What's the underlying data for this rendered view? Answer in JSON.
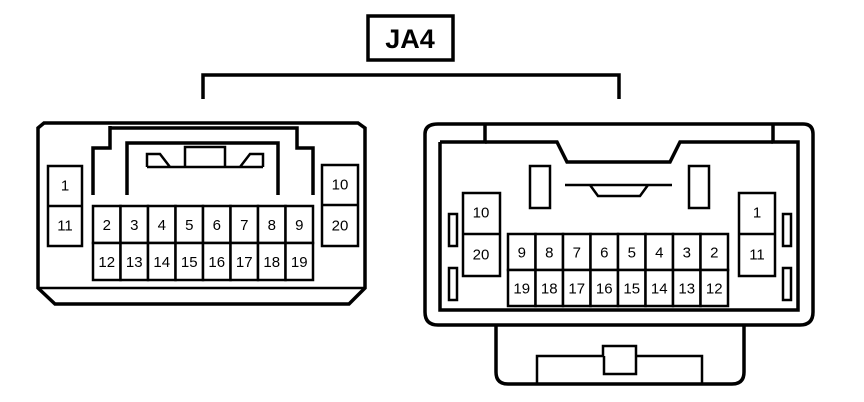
{
  "title": "JA4",
  "connectors": [
    {
      "id": "left",
      "top_row": [
        "2",
        "3",
        "4",
        "5",
        "6",
        "7",
        "8",
        "9"
      ],
      "bottom_row": [
        "12",
        "13",
        "14",
        "15",
        "16",
        "17",
        "18",
        "19"
      ],
      "side_a_top": "1",
      "side_a_bottom": "11",
      "side_b_top": "10",
      "side_b_bottom": "20"
    },
    {
      "id": "right",
      "top_row": [
        "9",
        "8",
        "7",
        "6",
        "5",
        "4",
        "3",
        "2"
      ],
      "bottom_row": [
        "19",
        "18",
        "17",
        "16",
        "15",
        "14",
        "13",
        "12"
      ],
      "side_a_top": "10",
      "side_a_bottom": "20",
      "side_b_top": "1",
      "side_b_bottom": "11"
    }
  ]
}
